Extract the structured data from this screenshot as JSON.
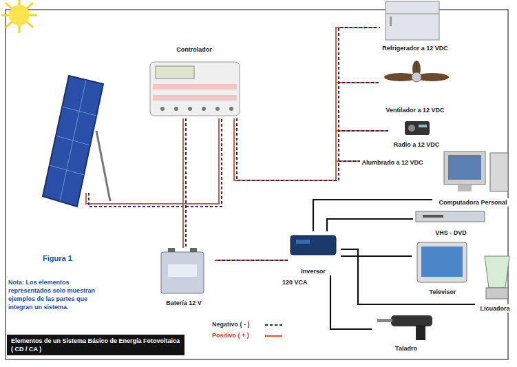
{
  "diagram": {
    "caption": "Elementos de un Sistema Básico de Energía Fotovoltaica ( CD / CA )",
    "nodes": [
      {
        "text": [
          "Controlador"
        ]
      },
      {
        "text": [
          "Refrigerador a 12 VDC"
        ]
      },
      {
        "text": [
          "Ventilador a 12 VDC"
        ]
      },
      {
        "text": [
          "Radio a 12 VDC"
        ]
      },
      {
        "text": [
          "Alumbrado a 12 VDC"
        ]
      },
      {
        "text": [
          "Computadora Personal"
        ]
      },
      {
        "text": [
          "VHS - DVD"
        ]
      },
      {
        "text": [
          "Inversor"
        ]
      },
      {
        "text": [
          "Televisor"
        ]
      },
      {
        "text": [
          "Licuadora"
        ]
      },
      {
        "text": [
          "Batería 12 V"
        ]
      },
      {
        "text": [
          "Taladro"
        ]
      }
    ],
    "edges": [
      {
        "from": 0,
        "to": 1,
        "arrow": "none"
      },
      {
        "from": 0,
        "to": 2,
        "arrow": "none"
      },
      {
        "from": 0,
        "to": 3,
        "arrow": "none"
      },
      {
        "from": 0,
        "to": 4,
        "arrow": "none"
      },
      {
        "from": 0,
        "to": 10,
        "arrow": "none"
      },
      {
        "from": 10,
        "to": 7,
        "arrow": "none"
      },
      {
        "from": 7,
        "to": 5,
        "arrow": "none"
      },
      {
        "from": 7,
        "to": 6,
        "arrow": "none"
      },
      {
        "from": 7,
        "to": 8,
        "arrow": "none"
      },
      {
        "from": 7,
        "to": 9,
        "arrow": "none"
      },
      {
        "from": 7,
        "to": 11,
        "arrow": "none"
      }
    ],
    "labels": [
      "Figura 1",
      "Nota: Los elementos representados solo muestran ejemplos de las partes que integran un sistema.",
      "120 VCA"
    ],
    "legend": [
      {
        "text": "Negativo ( - )"
      },
      {
        "text": "Positivo ( + )"
      }
    ]
  }
}
